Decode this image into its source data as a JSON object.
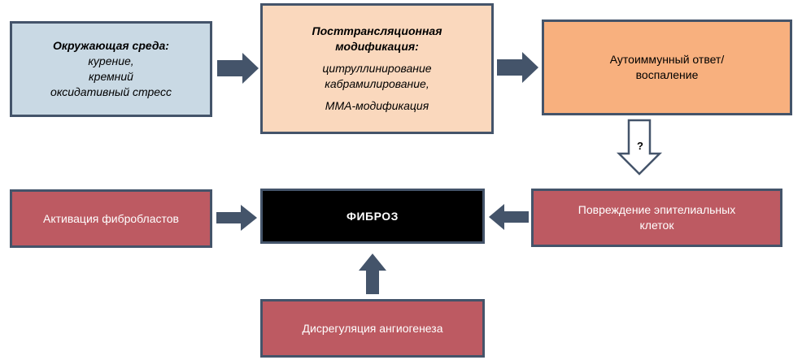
{
  "diagram": {
    "environment": {
      "title": "Окружающая среда:",
      "items": [
        "курение,",
        "кремний",
        "оксидативный стресс"
      ]
    },
    "ptm": {
      "title_lines": [
        "Посттрансляционная",
        "модификация:"
      ],
      "items": [
        "цитруллинирование",
        "кабрамилирование,",
        "ММА-модификация"
      ]
    },
    "autoimmune": {
      "lines": [
        "Аутоиммунный ответ/",
        "воспаление"
      ]
    },
    "fibroblast_activation": {
      "label": "Активация фибробластов"
    },
    "fibrosis": {
      "label": "ФИБРОЗ"
    },
    "epithelial_damage": {
      "lines": [
        "Повреждение эпителиальных",
        "клеток"
      ]
    },
    "angiogenesis": {
      "label": "Дисрегуляция ангиогенеза"
    },
    "question_mark": "?"
  },
  "colors": {
    "environment_fill": "#c9d9e4",
    "ptm_fill": "#fad8bd",
    "autoimmune_fill": "#f8b07e",
    "red_box_fill": "#bd5a62",
    "fibrosis_fill": "#000000",
    "border": "#44546a",
    "arrow": "#44546a"
  }
}
